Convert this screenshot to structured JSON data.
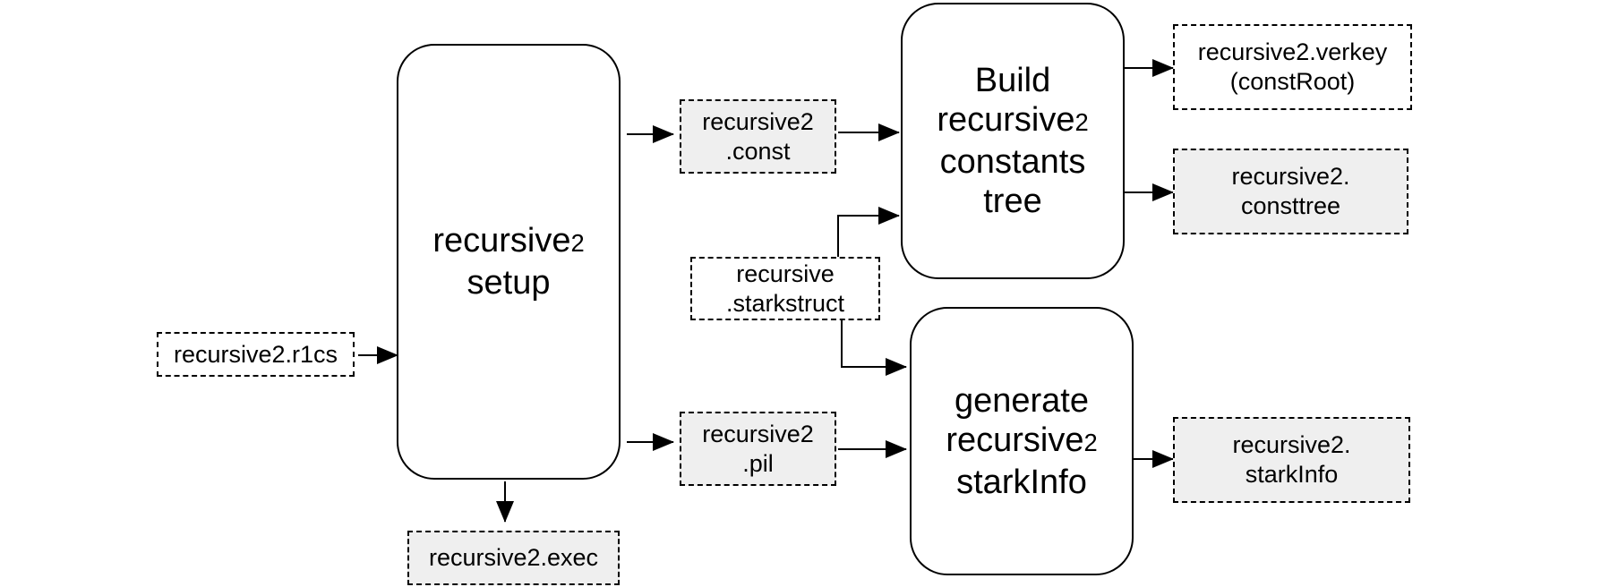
{
  "files": {
    "r1cs": "recursive2.r1cs",
    "exec": "recursive2.exec",
    "const": [
      "recursive2",
      ".const"
    ],
    "pil": [
      "recursive2",
      ".pil"
    ],
    "starkstruct": [
      "recursive",
      ".starkstruct"
    ],
    "verkey": [
      "recursive2.verkey",
      "(constRoot)"
    ],
    "consttree": [
      "recursive2.",
      "consttree"
    ],
    "starkinfo": [
      "recursive2.",
      "starkInfo"
    ]
  },
  "processes": {
    "setup": {
      "word": "recursive",
      "subscript": "2",
      "line2": "setup"
    },
    "build": {
      "line1": "Build",
      "word": "recursive",
      "subscript": "2",
      "line3": "constants",
      "line4": "tree"
    },
    "generate": {
      "line1": "generate",
      "word": "recursive",
      "subscript": "2",
      "line3": "starkInfo"
    }
  },
  "colors": {
    "stroke": "#000000",
    "shaded_fill": "#efefef"
  }
}
